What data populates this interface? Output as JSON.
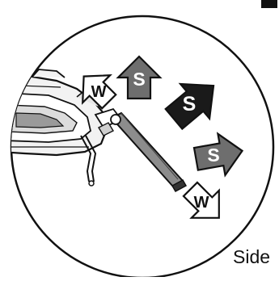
{
  "labels": {
    "strong": "S",
    "weak": "W",
    "side": "Side"
  },
  "colors": {
    "strong_dark": "#1a1a1a",
    "strong_mid": "#6e6e6e",
    "weak_fill": "#ffffff",
    "outline": "#111111"
  },
  "icons": {
    "drone": "drone-body",
    "antenna": "antenna-icon"
  }
}
